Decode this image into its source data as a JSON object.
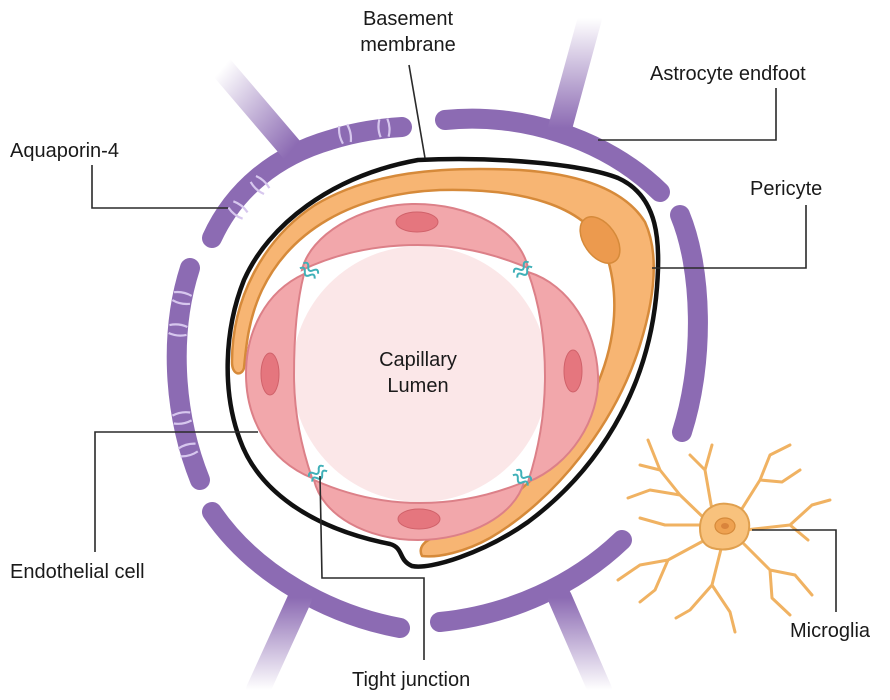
{
  "labels": {
    "basement_membrane": [
      "Basement",
      "membrane"
    ],
    "astrocyte_endfoot": "Astrocyte endfoot",
    "aquaporin": "Aquaporin-4",
    "pericyte": "Pericyte",
    "capillary_lumen": [
      "Capillary",
      "Lumen"
    ],
    "endothelial_cell": "Endothelial cell",
    "microglia": "Microglia",
    "tight_junction": "Tight junction"
  },
  "colors": {
    "astrocyte": "#8c6bb3",
    "astrocyte_fade": "#c9b6e2",
    "aquaporin": "#d7c7ee",
    "pericyte_fill": "#f7b573",
    "pericyte_outline": "#d68a3a",
    "pericyte_nucleus": "#ec9a4e",
    "basement_membrane": "#111111",
    "endothelial_fill": "#f2a7ab",
    "endothelial_outline": "#dc8088",
    "endothelial_nucleus": "#e5767e",
    "lumen": "#fbe7e8",
    "tight_junction": "#3fb0b8",
    "microglia_fill": "#f8c27d",
    "microglia_outline": "#e0a04f"
  }
}
